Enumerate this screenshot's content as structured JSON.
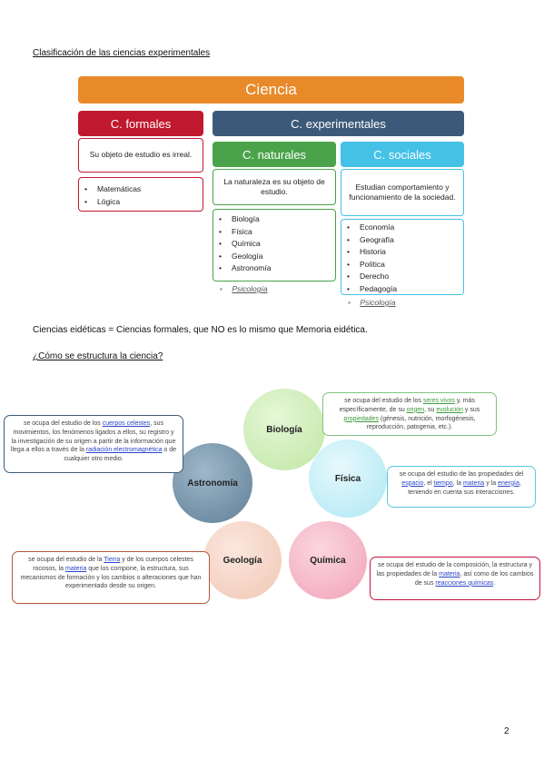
{
  "section1": {
    "heading": "Clasificación de las ciencias experimentales"
  },
  "diagram": {
    "ciencia": "Ciencia",
    "formales": {
      "title": "C. formales",
      "desc": "Su objeto de estudio es irreal.",
      "items": [
        "Matemáticas",
        "Lógica"
      ]
    },
    "experimentales": {
      "title": "C. experimentales"
    },
    "naturales": {
      "title": "C. naturales",
      "desc": "La naturaleza es su objeto de estudio.",
      "items": [
        "Biología",
        "Física",
        "Química",
        "Geología",
        "Astronomía"
      ],
      "extra": "Psicología"
    },
    "sociales": {
      "title": "C. sociales",
      "desc": "Estudian comportamiento y funcionamiento de la sociedad.",
      "items": [
        "Economía",
        "Geografía",
        "Historia",
        "Política",
        "Derecho",
        "Pedagogía"
      ],
      "extra": "Psicología"
    },
    "colors": {
      "ciencia": "#e88a2a",
      "formales": "#c0192e",
      "experimentales": "#3b5a79",
      "naturales": "#4aa34a",
      "sociales": "#45c1e6"
    }
  },
  "note": {
    "text": "Ciencias eidéticas = Ciencias formales, que NO es lo mismo que Memoria eidética."
  },
  "section2": {
    "heading": "¿Cómo se estructura la ciencia?"
  },
  "cycle": {
    "biologia": {
      "label": "Biología",
      "t1": "se ocupa del estudio de los ",
      "l1": "seres vivos",
      "t2": " y, más específicamente, de su ",
      "l2": "origen",
      "t3": ", su ",
      "l3": "evolución",
      "t4": " y sus ",
      "l4": "propiedades",
      "t5": " (génesis, nutrición, morfogénesis, reproducción, patogenia, etc.)."
    },
    "fisica": {
      "label": "Física",
      "t1": "se ocupa del estudio de las propiedades del ",
      "l1": "espacio",
      "t2": ", el ",
      "l2": "tiempo",
      "t3": ", la ",
      "l3": "materia",
      "t4": " y la ",
      "l4": "energía",
      "t5": ", teniendo en cuenta sus interacciones."
    },
    "quimica": {
      "label": "Química",
      "t1": "se ocupa del estudio de la composición, la estructura y las propiedades de la ",
      "l1": "materia",
      "t2": ", así como de los cambios de sus ",
      "l2": "reacciones químicas",
      "t3": "."
    },
    "geologia": {
      "label": "Geología",
      "t1": "se ocupa del estudio de la ",
      "l1": "Tierra",
      "t2": " y de los cuerpos celestes rocosos, la ",
      "l2": "materia",
      "t3": " que los compone, la estructura, sus mecanismos de formación y los cambios o alteraciones que han experimentado desde su origen."
    },
    "astronomia": {
      "label": "Astronomía",
      "t1": "se ocupa del estudio de los ",
      "l1": "cuerpos celestes",
      "t2": ", sus movimientos, los fenómenos ligados a ellos, su registro y la investigación de su origen a partir de la información que llega a ellos a través de la ",
      "l2": "radiación electromagnética",
      "t3": " o de cualquier otro medio."
    }
  },
  "page_number": "2"
}
